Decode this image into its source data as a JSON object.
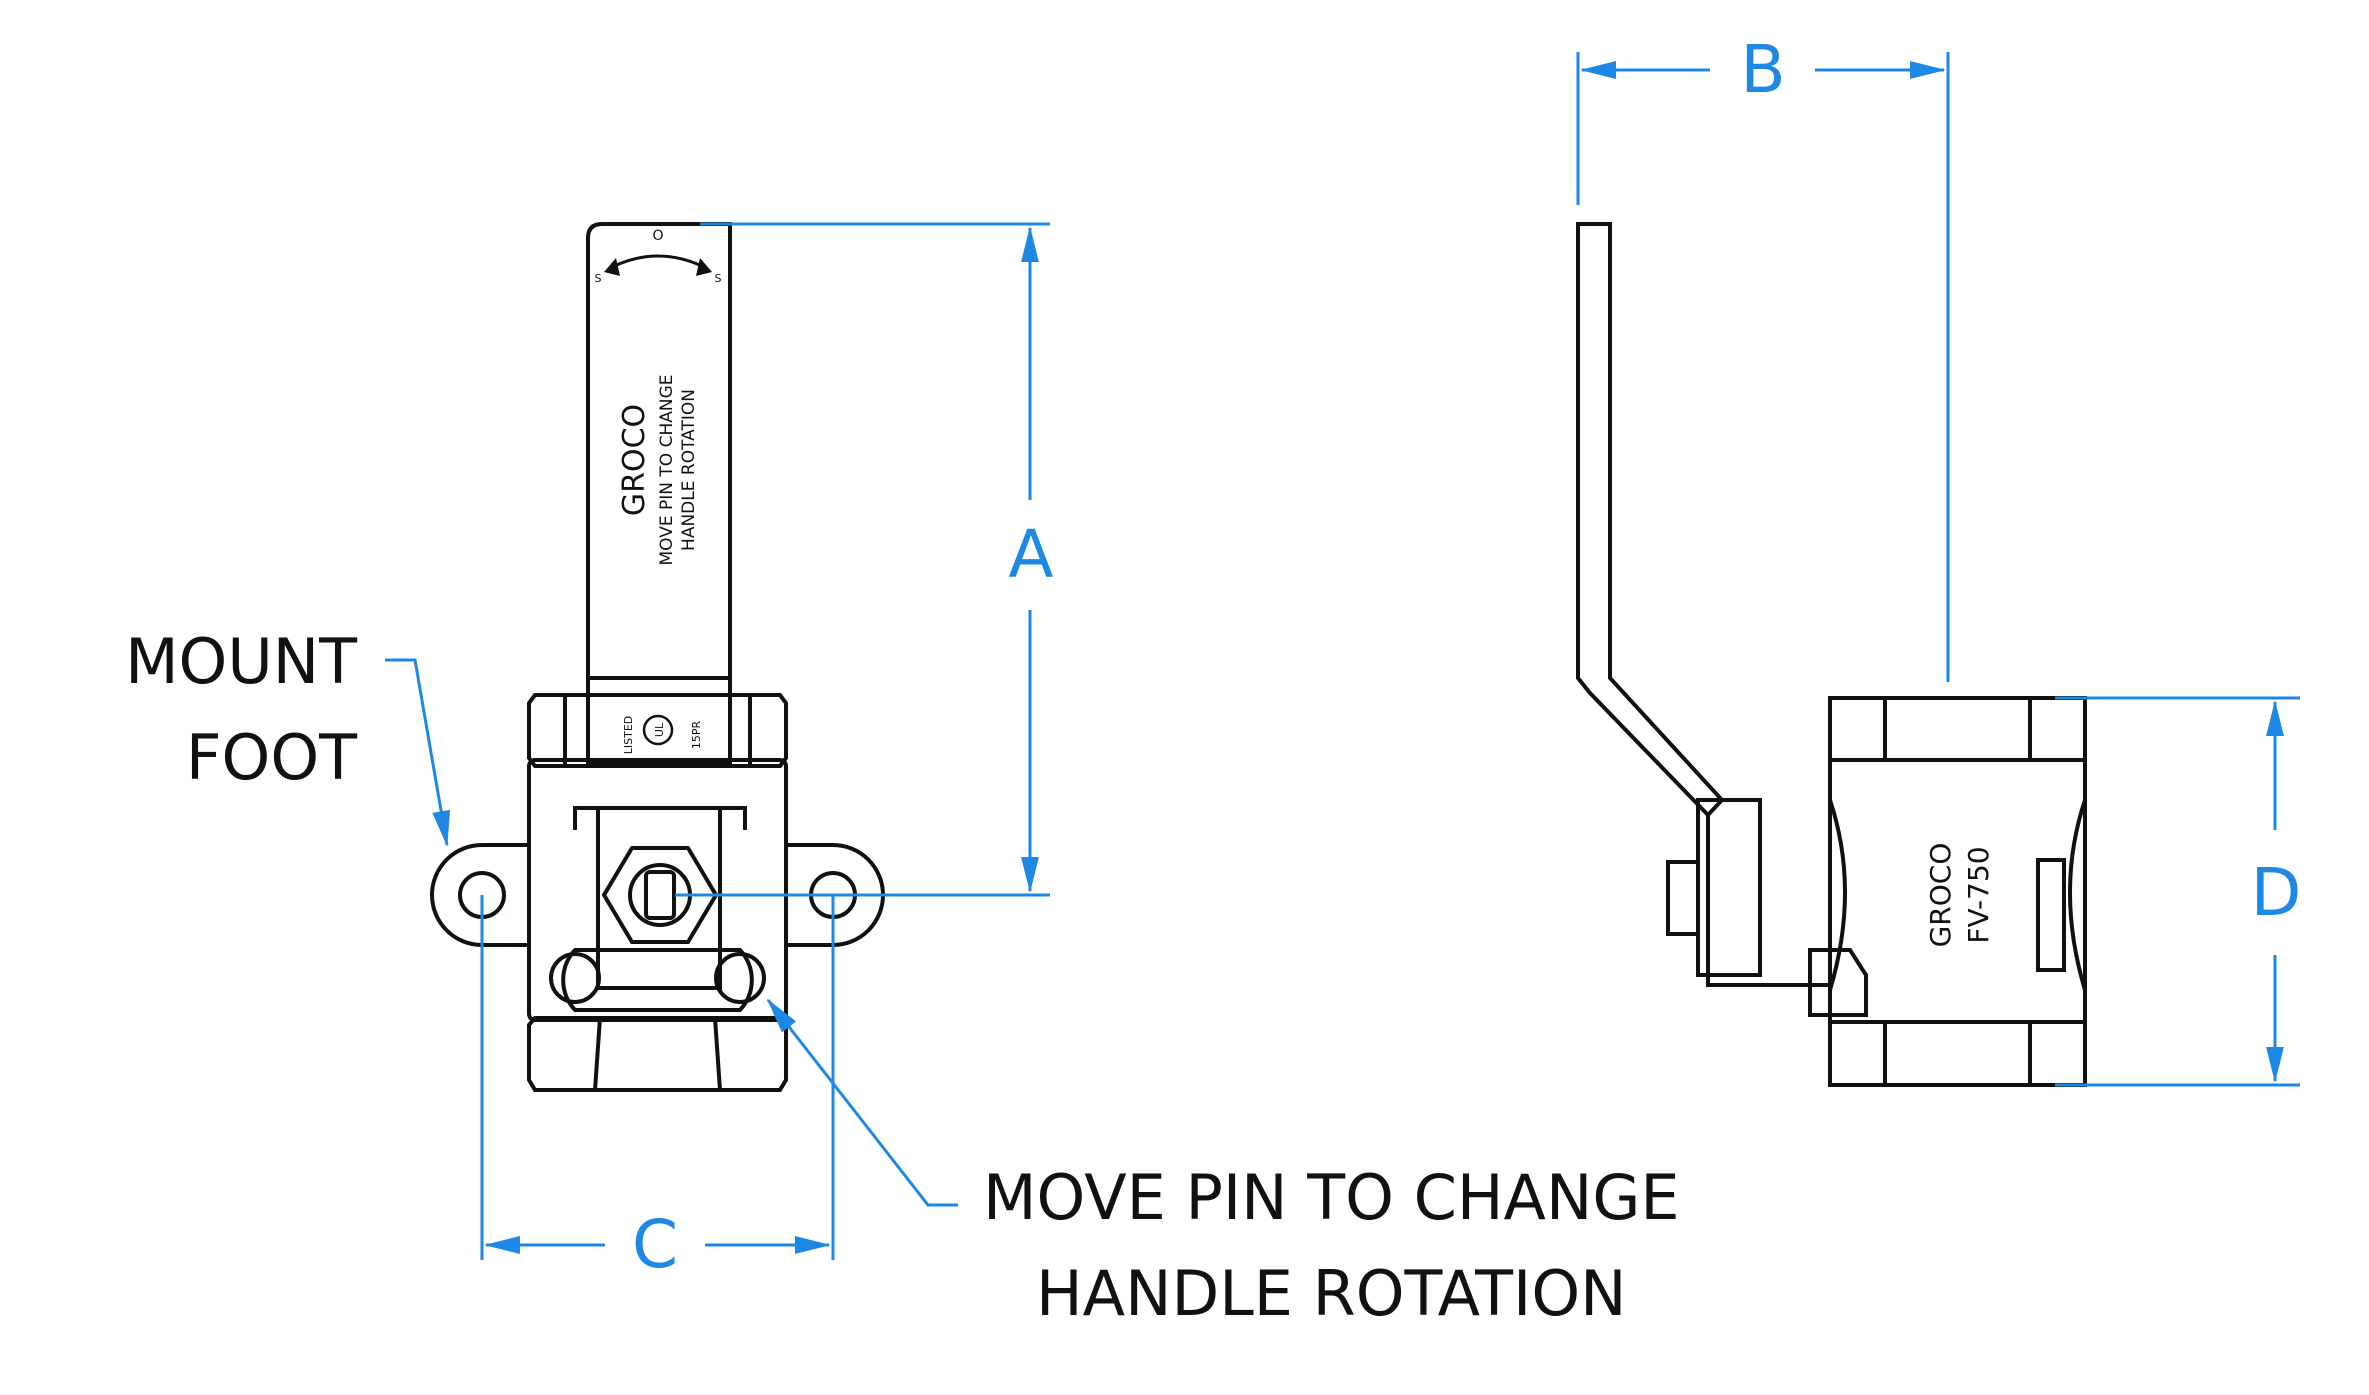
{
  "palette": {
    "dimension_color": "#1e88e5",
    "outline_color": "#111111",
    "background": "#ffffff"
  },
  "dimensions": {
    "a": "A",
    "b": "B",
    "c": "C",
    "d": "D"
  },
  "callouts": {
    "mount_foot": {
      "line1": "MOUNT",
      "line2": "FOOT"
    },
    "move_pin": {
      "line1": "MOVE PIN TO CHANGE",
      "line2": "HANDLE ROTATION"
    }
  },
  "handle_markings": {
    "brand": "GROCO",
    "instruction_line1": "MOVE PIN TO CHANGE",
    "instruction_line2": "HANDLE ROTATION",
    "open_mark": "O",
    "shut_mark_left": "S",
    "shut_mark_right": "S"
  },
  "listing_plate": {
    "listed": "LISTED",
    "ul": "UL",
    "code": "15PR"
  },
  "body_markings": {
    "brand": "GROCO",
    "model": "FV-750"
  }
}
